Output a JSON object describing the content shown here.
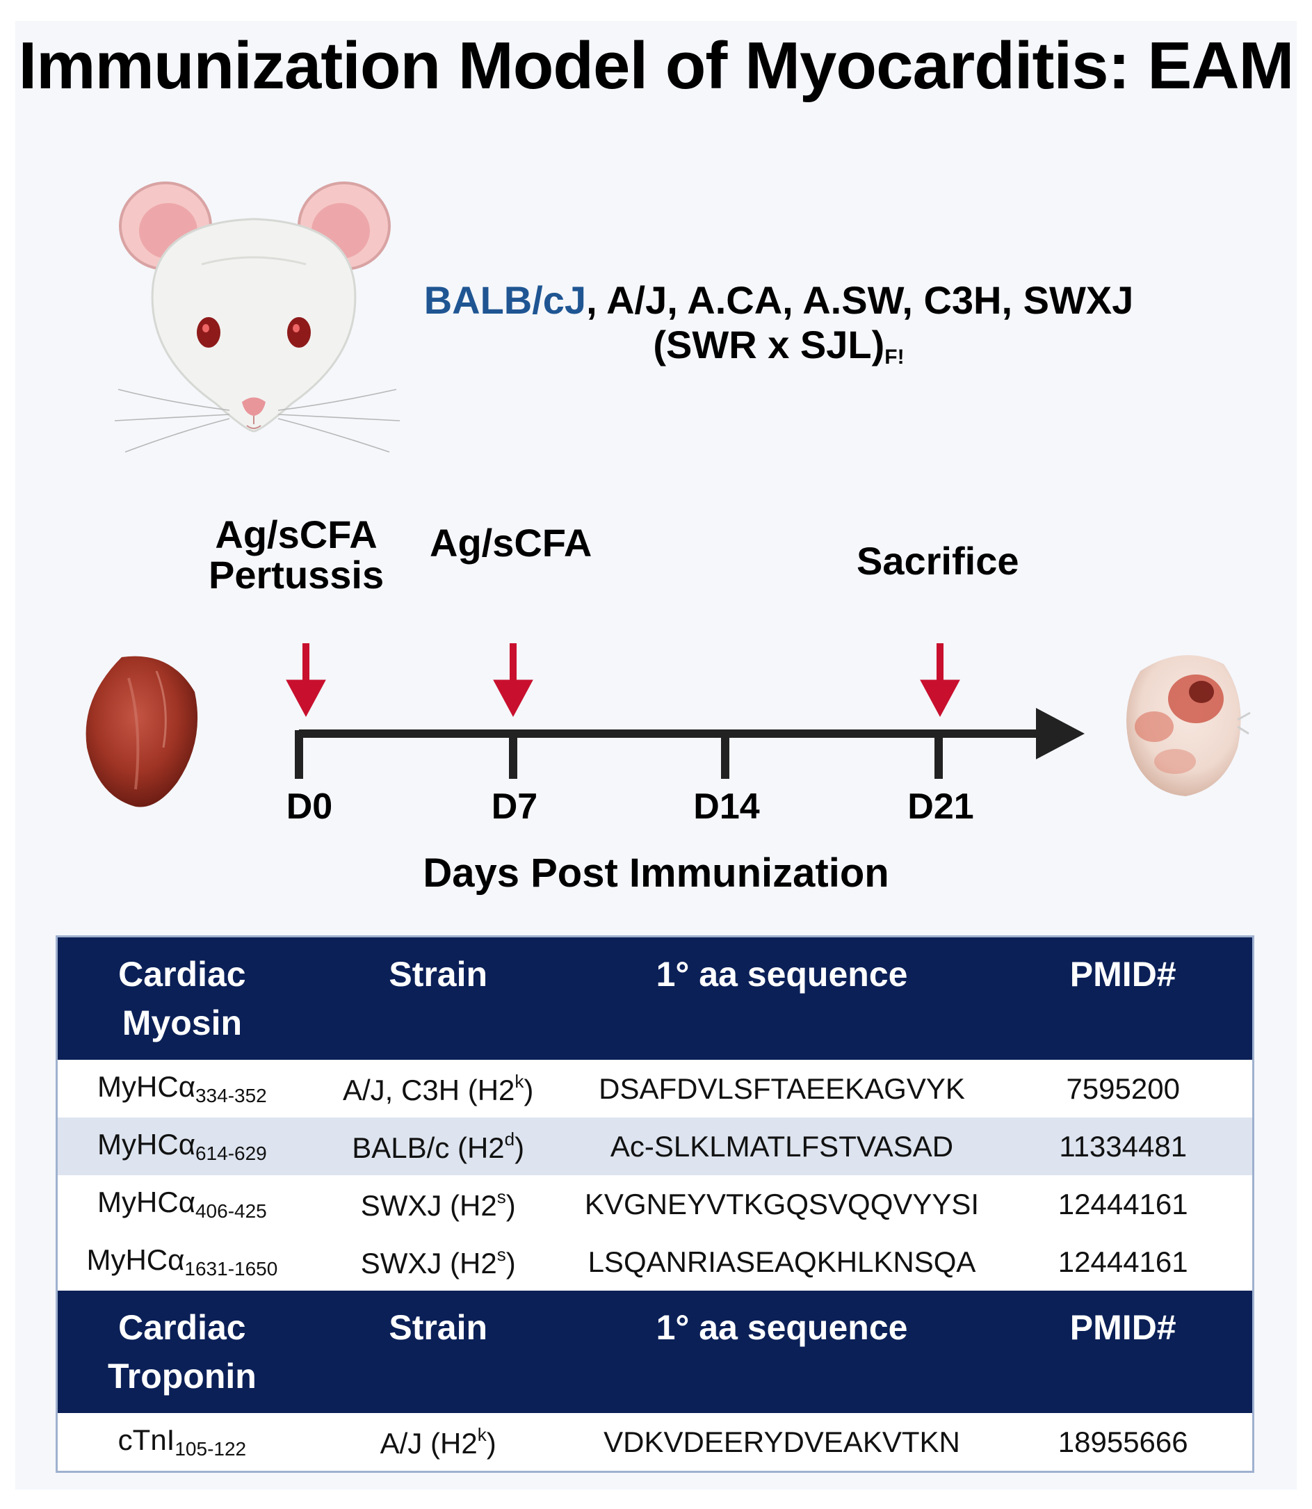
{
  "title": "Immunization Model of Myocarditis: EAM",
  "strains": {
    "highlight": "BALB/cJ",
    "line1_rest": ", A/J, A.CA, A.SW, C3H, SWXJ",
    "line2_main": "(SWR x SJL)",
    "line2_sub": "F!"
  },
  "timeline": {
    "events": [
      {
        "line1": "Ag/sCFA",
        "line2": "Pertussis",
        "day": 0
      },
      {
        "line1": "Ag/sCFA",
        "line2": "",
        "day": 7
      },
      {
        "line1": "Sacrifice",
        "line2": "",
        "day": 21
      }
    ],
    "ticks": [
      "D0",
      "D7",
      "D14",
      "D21"
    ],
    "axis_title": "Days Post Immunization",
    "arrow_color": "#c8102e"
  },
  "table_myosin": {
    "headers": {
      "h1a": "Cardiac",
      "h1b": "Myosin",
      "h2": "Strain",
      "h3": "1° aa sequence",
      "h4": "PMID#"
    },
    "rows": [
      {
        "pep": "MyHCα",
        "range": "334-352",
        "strain_pre": "A/J, C3H (H2",
        "sup": "k",
        "strain_post": ")",
        "seq": "DSAFDVLSFTAEEKAGVYK",
        "pmid": "7595200"
      },
      {
        "pep": "MyHCα",
        "range": "614-629",
        "strain_pre": "BALB/c (H2",
        "sup": "d",
        "strain_post": ")",
        "seq": "Ac-SLKLMATLFSTVASAD",
        "pmid": "11334481"
      },
      {
        "pep": "MyHCα",
        "range": "406-425",
        "strain_pre": "SWXJ (H2",
        "sup": "s",
        "strain_post": ")",
        "seq": "KVGNEYVTKGQSVQQVYYSI",
        "pmid": "12444161"
      },
      {
        "pep": "MyHCα",
        "range": "1631-1650",
        "strain_pre": "SWXJ (H2",
        "sup": "s",
        "strain_post": ")",
        "seq": "LSQANRIASEAQKHLKNSQA",
        "pmid": "12444161"
      }
    ]
  },
  "table_troponin": {
    "headers": {
      "h1a": "Cardiac",
      "h1b": "Troponin",
      "h2": "Strain",
      "h3": "1° aa sequence",
      "h4": "PMID#"
    },
    "rows": [
      {
        "pep": "cTnI",
        "range": "105-122",
        "strain_pre": "A/J (H2",
        "sup": "k",
        "strain_post": ")",
        "seq": "VDKVDEERYDVEAKVTKN",
        "pmid": "18955666"
      }
    ]
  },
  "colors": {
    "header_bg": "#0b2057",
    "alt_row": "#dde4ef",
    "strain_highlight": "#1f5592"
  }
}
